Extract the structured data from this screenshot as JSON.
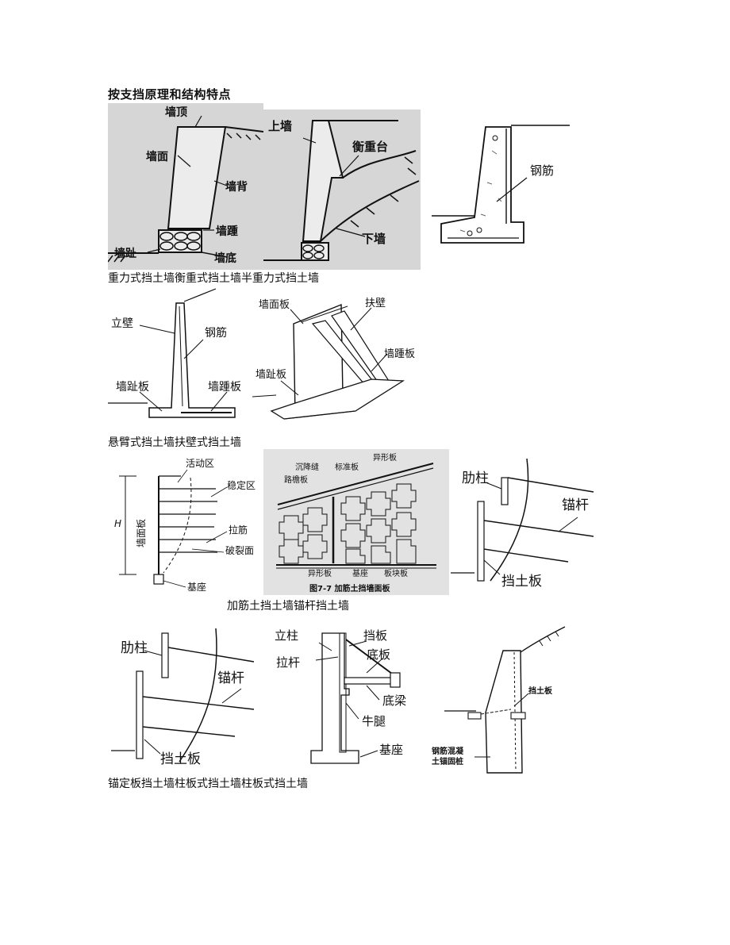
{
  "document": {
    "heading": "按支挡原理和结构特点",
    "captions": {
      "row1": "重力式挡土墙衡重式挡土墙半重力式挡土墙",
      "row2": "悬臂式挡土墙扶壁式挡土墙",
      "row3": "加筋土挡土墙锚杆挡土墙",
      "row4": "锚定板挡土墙柱板式挡土墙柱板式挡土墙"
    }
  },
  "figures": {
    "gravity": {
      "top": "墙顶",
      "face": "墙面",
      "back": "墙背",
      "heel": "墙踵",
      "toe": "墙趾",
      "base": "墙底"
    },
    "balance": {
      "upper": "上墙",
      "shelf": "衡重台",
      "lower": "下墙"
    },
    "semi_gravity": {
      "rebar": "钢筋"
    },
    "cantilever": {
      "stem": "立壁",
      "rebar": "钢筋",
      "toe_slab": "墙趾板",
      "heel_slab": "墙踵板"
    },
    "counterfort": {
      "face_panel": "墙面板",
      "buttress": "扶壁",
      "heel_slab": "墙踵板",
      "toe_slab": "墙趾板"
    },
    "reinforced": {
      "active": "活动区",
      "stable": "稳定区",
      "strip": "拉筋",
      "panel": "墙面板",
      "failure": "破裂面",
      "base": "基座",
      "h": "H"
    },
    "panel": {
      "road": "路檐板",
      "joint": "沉降缝",
      "std": "标准板",
      "shaped_top": "异形板",
      "shaped_bottom": "异形板",
      "base": "基座",
      "block": "板块板",
      "title": "图7-7 加筋土挡墙面板"
    },
    "anchor_rod": {
      "rib": "肋柱",
      "rod": "锚杆",
      "plate": "挡土板"
    },
    "anchor_plate": {
      "rib": "肋柱",
      "rod": "锚杆",
      "plate": "挡土板"
    },
    "column_plate": {
      "column": "立柱",
      "board": "挡板",
      "tie": "拉杆",
      "bottom_plate": "底板",
      "bottom_beam": "底梁",
      "corbel": "牛腿",
      "base": "基座"
    },
    "pile_plate": {
      "plate": "挡土板",
      "pile_l1": "钢筋混凝",
      "pile_l2": "土锚固桩"
    }
  }
}
